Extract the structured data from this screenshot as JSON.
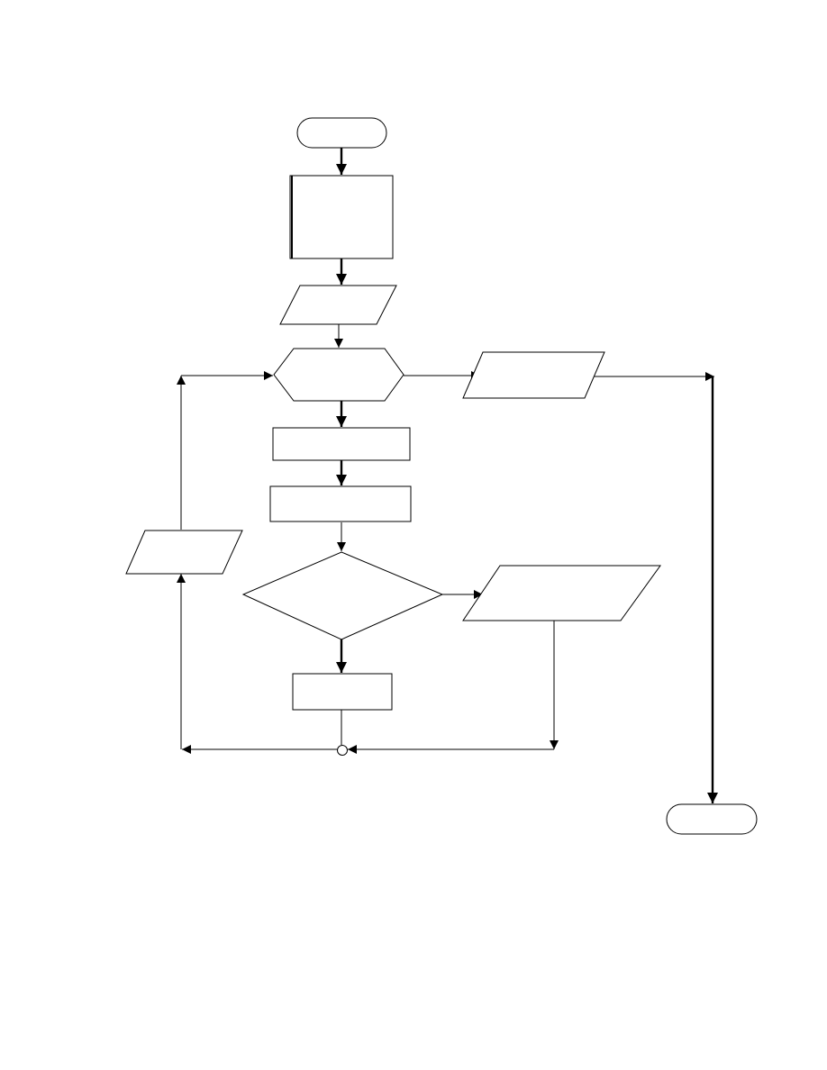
{
  "flowchart": {
    "nodes": [
      {
        "id": "start",
        "kind": "terminator",
        "label": ""
      },
      {
        "id": "process-1",
        "kind": "process",
        "label": ""
      },
      {
        "id": "input-1",
        "kind": "input-output",
        "label": ""
      },
      {
        "id": "loop-decision",
        "kind": "preparation",
        "label": ""
      },
      {
        "id": "output-exit",
        "kind": "input-output",
        "label": ""
      },
      {
        "id": "process-2",
        "kind": "process",
        "label": ""
      },
      {
        "id": "process-3",
        "kind": "process",
        "label": ""
      },
      {
        "id": "decision",
        "kind": "decision",
        "label": ""
      },
      {
        "id": "output-branch",
        "kind": "input-output",
        "label": ""
      },
      {
        "id": "process-4",
        "kind": "process",
        "label": ""
      },
      {
        "id": "connector",
        "kind": "connector",
        "label": ""
      },
      {
        "id": "input-loop",
        "kind": "input-output",
        "label": ""
      },
      {
        "id": "end",
        "kind": "terminator",
        "label": ""
      }
    ],
    "edges": [
      {
        "from": "start",
        "to": "process-1"
      },
      {
        "from": "process-1",
        "to": "input-1"
      },
      {
        "from": "input-1",
        "to": "loop-decision"
      },
      {
        "from": "loop-decision",
        "to": "output-exit"
      },
      {
        "from": "output-exit",
        "to": "end"
      },
      {
        "from": "loop-decision",
        "to": "process-2"
      },
      {
        "from": "process-2",
        "to": "process-3"
      },
      {
        "from": "process-3",
        "to": "decision"
      },
      {
        "from": "decision",
        "to": "output-branch"
      },
      {
        "from": "decision",
        "to": "process-4"
      },
      {
        "from": "process-4",
        "to": "connector"
      },
      {
        "from": "output-branch",
        "to": "connector"
      },
      {
        "from": "connector",
        "to": "input-loop"
      },
      {
        "from": "input-loop",
        "to": "loop-decision"
      }
    ]
  }
}
